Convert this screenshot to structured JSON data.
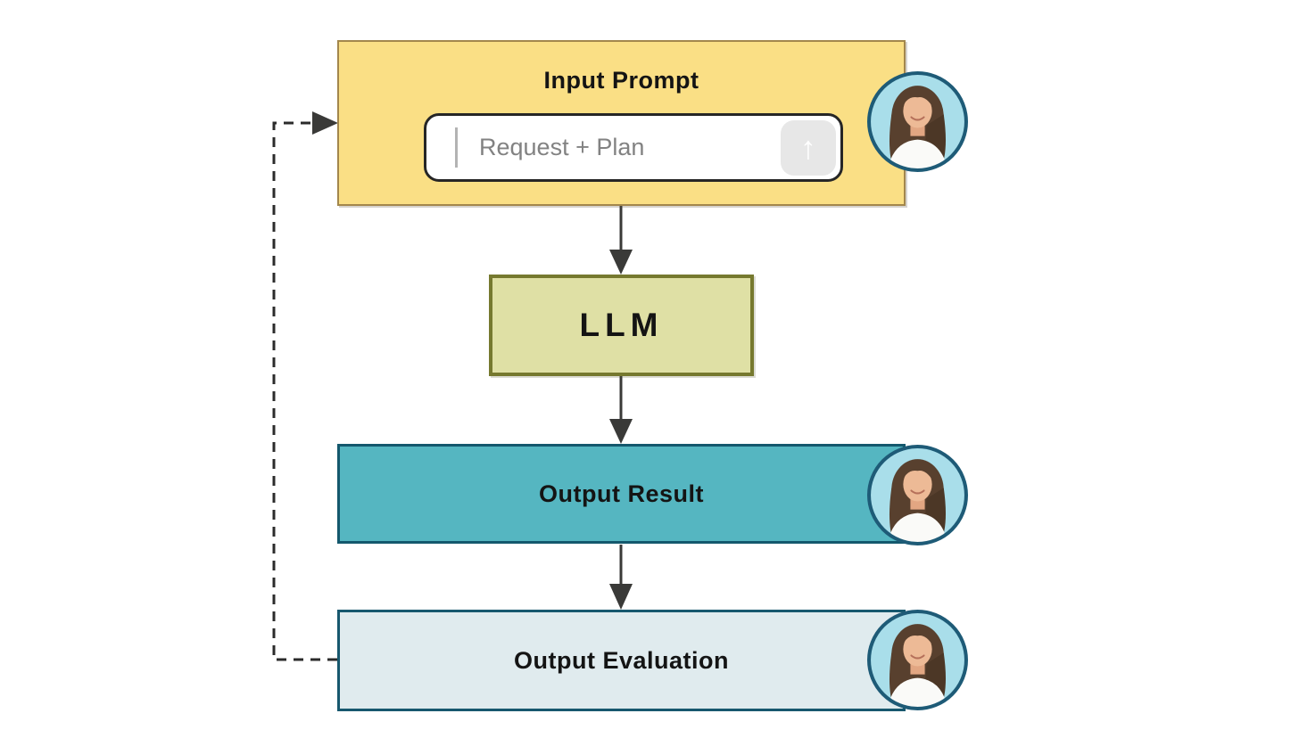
{
  "diagram": {
    "nodes": {
      "input_prompt": {
        "label": "Input Prompt"
      },
      "llm": {
        "label": "LLM"
      },
      "output_result": {
        "label": "Output Result"
      },
      "output_evaluation": {
        "label": "Output Evaluation"
      }
    },
    "prompt_input": {
      "placeholder": "Request + Plan",
      "send_icon": "arrow-up-icon",
      "send_glyph": "↑"
    },
    "edges": [
      {
        "from": "input_prompt",
        "to": "llm",
        "style": "solid-arrow"
      },
      {
        "from": "llm",
        "to": "output_result",
        "style": "solid-arrow"
      },
      {
        "from": "output_result",
        "to": "output_evaluation",
        "style": "solid-arrow"
      },
      {
        "from": "output_evaluation",
        "to": "input_prompt",
        "style": "dashed-arrow"
      }
    ],
    "colors": {
      "input_prompt_fill": "#FADF85",
      "input_prompt_border": "#A3874C",
      "llm_fill": "#DFE0A5",
      "llm_border": "#76792F",
      "output_result_fill": "#55B6C1",
      "output_result_border": "#14586D",
      "output_evaluation_fill": "#E0EBEE",
      "output_evaluation_border": "#17586E",
      "connector": "#3A3A38",
      "field_border": "#262626",
      "placeholder_text": "#828282",
      "send_button_bg": "#E7E7E7",
      "avatar_bg": "#A9DEEA",
      "avatar_ring": "#1E5B77"
    }
  }
}
